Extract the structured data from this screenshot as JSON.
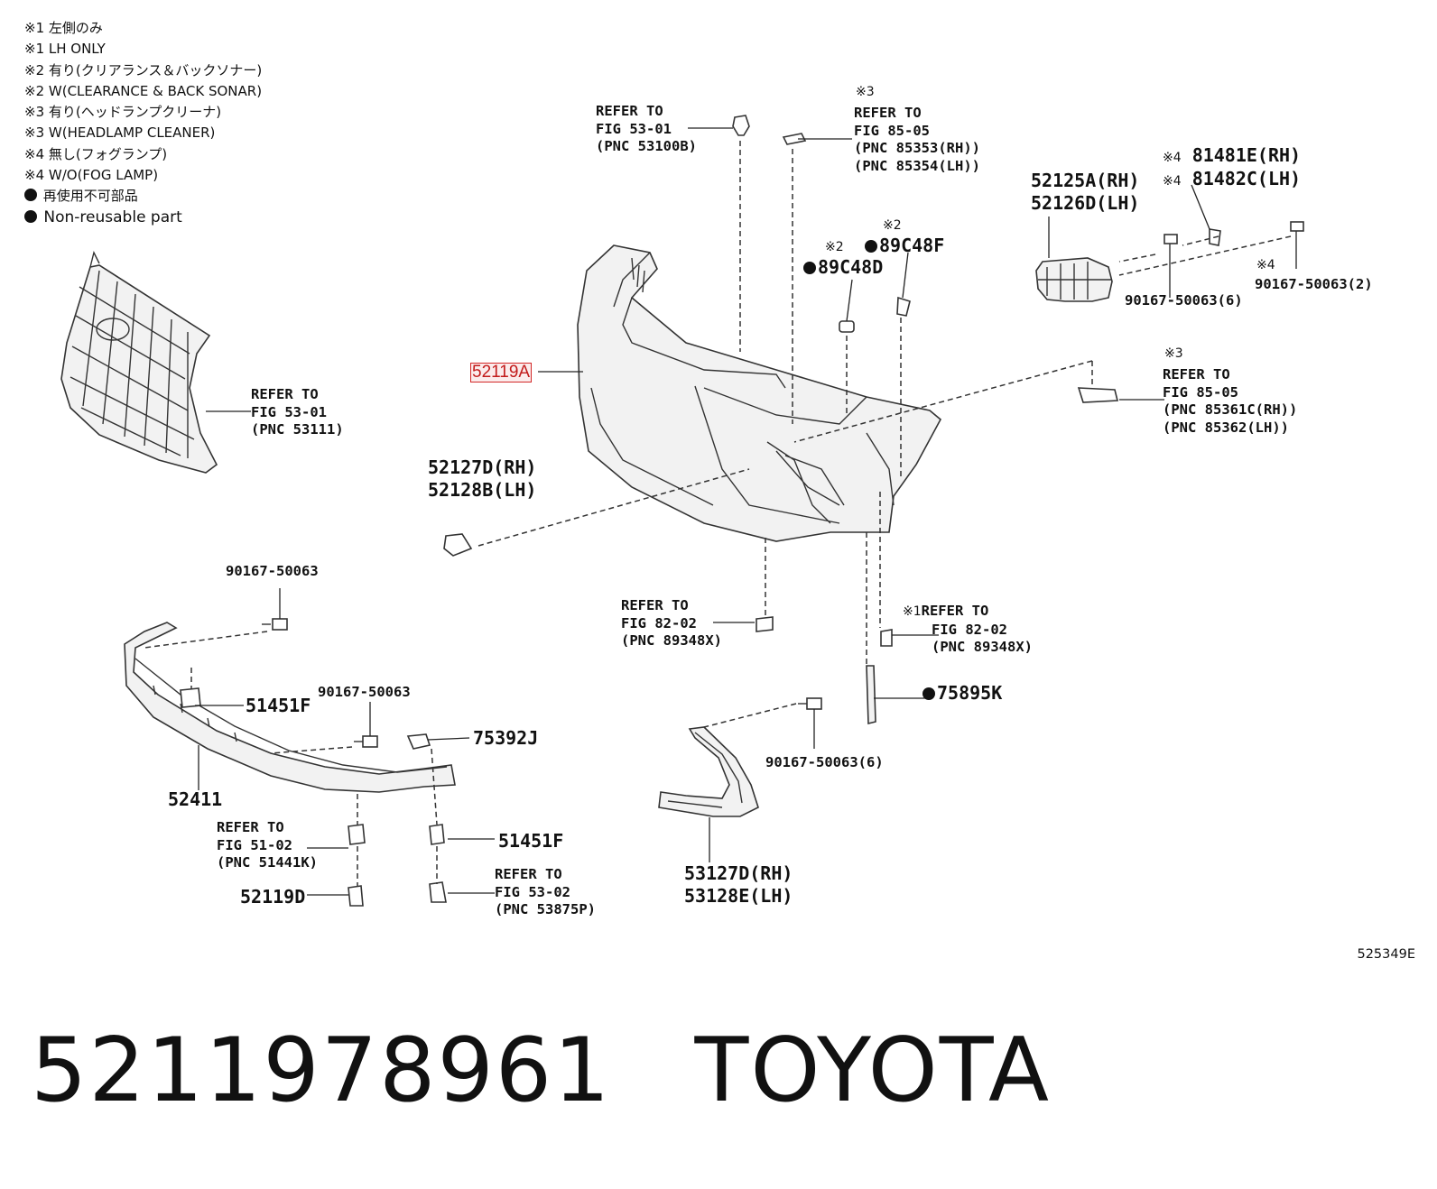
{
  "legend": [
    "※1 左側のみ",
    "※1 LH ONLY",
    "※2 有り(クリアランス＆バックソナー)",
    "※2 W(CLEARANCE & BACK SONAR)",
    "※3 有り(ヘッドランプクリーナ)",
    "※3 W(HEADLAMP CLEANER)",
    "※4 無し(フォグランプ)",
    "※4 W/O(FOG LAMP)",
    "再使用不可部品",
    "Non-reusable part"
  ],
  "labels": {
    "fig5301_a": [
      "REFER TO",
      "FIG 53-01",
      "(PNC 53100B)"
    ],
    "fig8505_a_mark": "※3",
    "fig8505_a": [
      "REFER TO",
      "FIG 85-05",
      "(PNC 85353(RH))",
      "(PNC 85354(LH))"
    ],
    "p52125": [
      "52125A(RH)",
      "52126D(LH)"
    ],
    "p81481_mark": "※4",
    "p81481": "81481E(RH)",
    "p81482_mark": "※4",
    "p81482": "81482C(LH)",
    "p89c48f_mark": "※2",
    "p89c48f": "89C48F",
    "p89c48d_mark": "※2",
    "p89c48d": "89C48D",
    "p9016_6": "90167-50063(6)",
    "p9016_2_mark": "※4",
    "p9016_2": "90167-50063(2)",
    "p52119a": "52119A",
    "fig5301_b": [
      "REFER TO",
      "FIG 53-01",
      "(PNC 53111)"
    ],
    "fig8505_b_mark": "※3",
    "fig8505_b": [
      "REFER TO",
      "FIG 85-05",
      "(PNC 85361C(RH))",
      "(PNC 85362(LH))"
    ],
    "p52127": [
      "52127D(RH)",
      "52128B(LH)"
    ],
    "fig8202_a": [
      "REFER TO",
      "FIG 82-02",
      "(PNC 89348X)"
    ],
    "fig8202_b_mark": "※1",
    "fig8202_b": [
      "REFER TO",
      "FIG 82-02",
      "(PNC 89348X)"
    ],
    "p75895k": "75895K",
    "p90167_a": "90167-50063",
    "p51451f_a": "51451F",
    "p90167_b": "90167-50063",
    "p75392j": "75392J",
    "p90167_c": "90167-50063(6)",
    "p52411": "52411",
    "fig5102": [
      "REFER TO",
      "FIG 51-02",
      "(PNC 51441K)"
    ],
    "p51451f_b": "51451F",
    "p52119d": "52119D",
    "fig5302": [
      "REFER TO",
      "FIG 53-02",
      "(PNC 53875P)"
    ],
    "p53127": [
      "53127D(RH)",
      "53128E(LH)"
    ]
  },
  "drawing_code": "525349E",
  "footer": {
    "part_number": "5211978961",
    "brand": "TOYOTA"
  }
}
